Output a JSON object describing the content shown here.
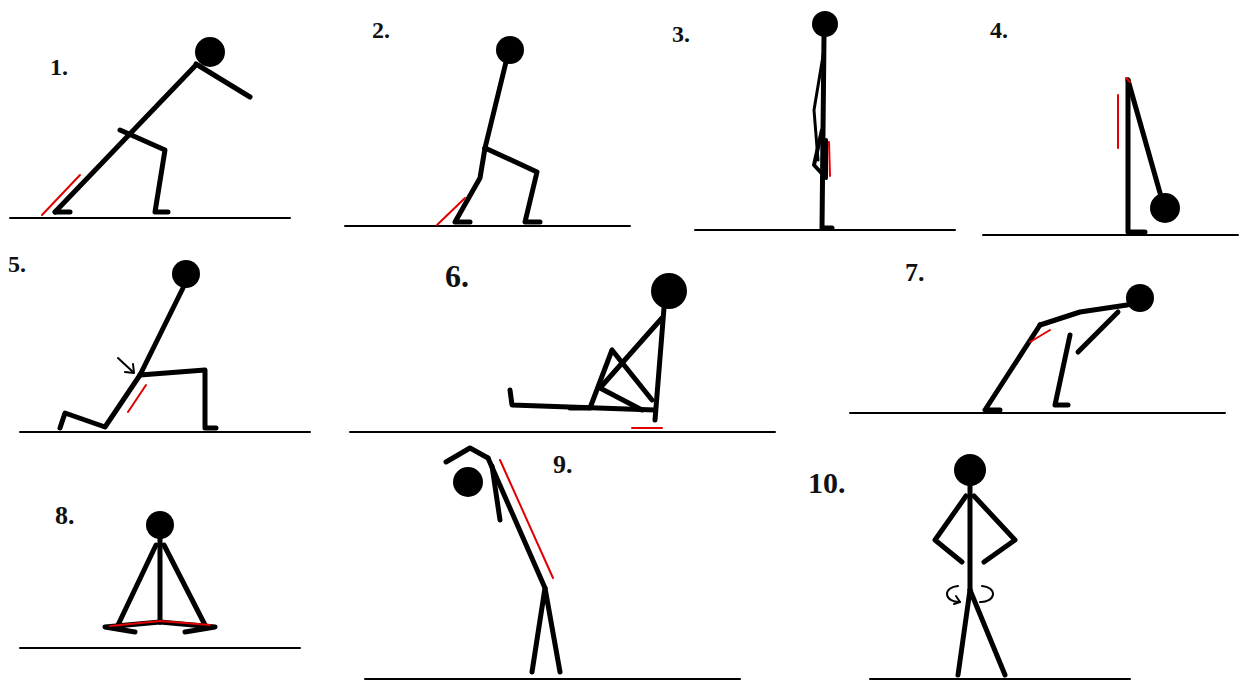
{
  "diagram": {
    "labels": [
      "1.",
      "2.",
      "3.",
      "4.",
      "5.",
      "6.",
      "7.",
      "8.",
      "9.",
      "10."
    ]
  }
}
